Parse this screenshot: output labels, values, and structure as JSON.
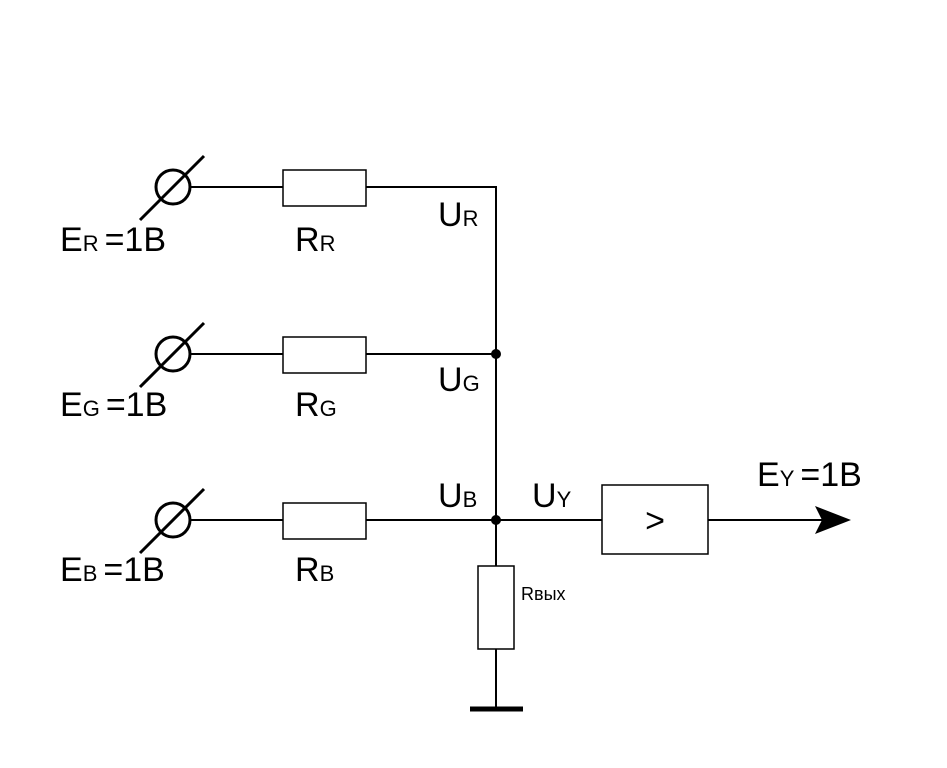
{
  "sources": [
    {
      "e_letter": "E",
      "e_sub": "R",
      "value": "=1B",
      "r_letter": "R",
      "r_sub": "R",
      "u_letter": "U",
      "u_sub": "R"
    },
    {
      "e_letter": "E",
      "e_sub": "G",
      "value": "=1B",
      "r_letter": "R",
      "r_sub": "G",
      "u_letter": "U",
      "u_sub": "G"
    },
    {
      "e_letter": "E",
      "e_sub": "B",
      "value": "=1B",
      "r_letter": "R",
      "r_sub": "B",
      "u_letter": "U",
      "u_sub": "B"
    }
  ],
  "output_node": {
    "u_letter": "U",
    "u_sub": "Y"
  },
  "load_resistor": {
    "letter": "R",
    "sub": "вых"
  },
  "amplifier": {
    "symbol": ">"
  },
  "output": {
    "e_letter": "E",
    "e_sub": "Y",
    "value": "=1B"
  }
}
